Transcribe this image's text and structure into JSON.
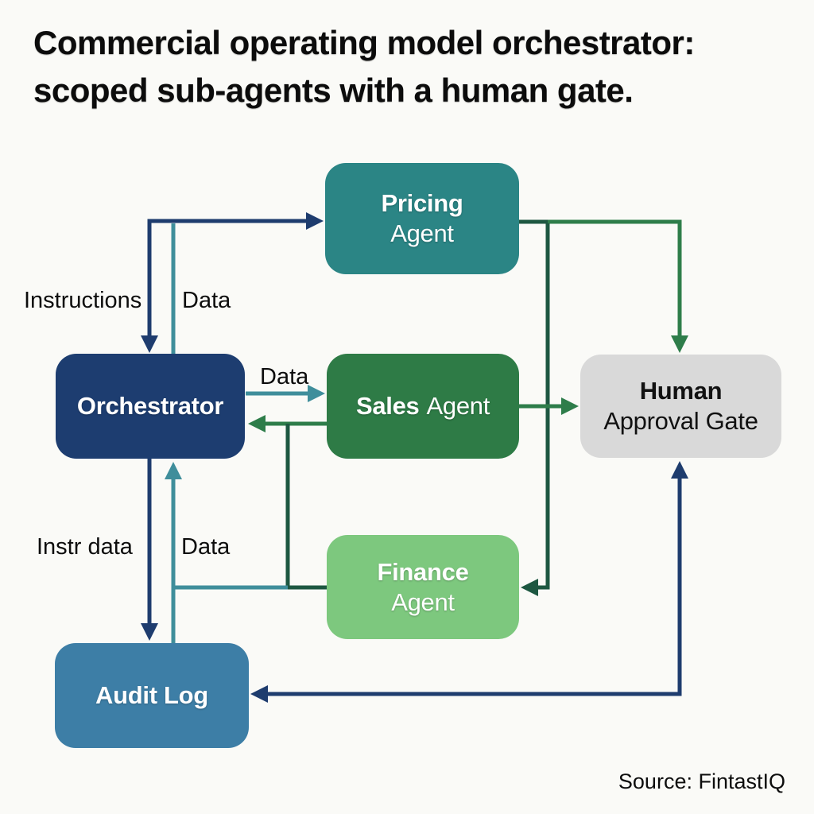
{
  "title": {
    "line1": "Commercial operating model orchestrator:",
    "line2": "scoped sub-agents with a human gate."
  },
  "nodes": {
    "pricing": {
      "bold": "Pricing",
      "rest": "Agent"
    },
    "orchestrator": {
      "bold": "Orchestrator",
      "rest": ""
    },
    "sales": {
      "bold": "Sales",
      "rest": "Agent"
    },
    "human": {
      "bold": "Human",
      "rest": "Approval Gate"
    },
    "finance": {
      "bold": "Finance",
      "rest": "Agent"
    },
    "audit": {
      "bold": "Audit Log",
      "rest": ""
    }
  },
  "edge_labels": {
    "instructions": "Instructions",
    "data_top": "Data",
    "data_mid": "Data",
    "instr_data": "Instr data",
    "data_low": "Data"
  },
  "source": "Source: FintastIQ",
  "colors": {
    "navy": "#1e3c6e",
    "teal_line": "#3f8e9b",
    "green_line": "#2e7d4a",
    "dark_green_line": "#1d5741",
    "pricing_box": "#2b8585",
    "orchestrator_box": "#1d3d70",
    "sales_box": "#2e7b46",
    "human_box": "#d9d9d9",
    "finance_box": "#7dc87e",
    "audit_box": "#3d7ea6"
  }
}
